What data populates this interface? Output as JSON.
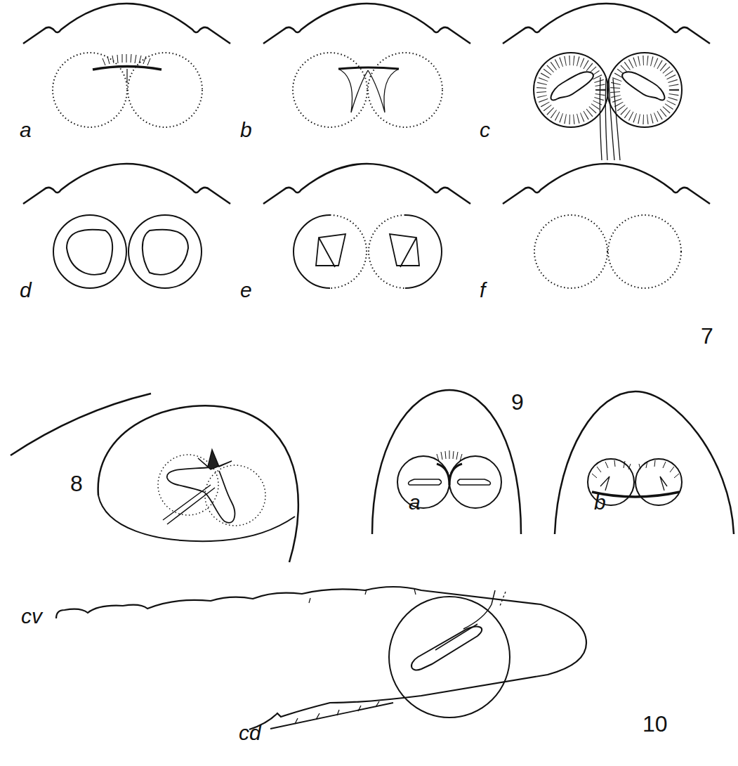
{
  "diagram": {
    "labels": [
      "a",
      "b",
      "c",
      "d",
      "e",
      "f",
      "7",
      "8",
      "9",
      "a",
      "b",
      "10",
      "cv",
      "cd"
    ]
  }
}
